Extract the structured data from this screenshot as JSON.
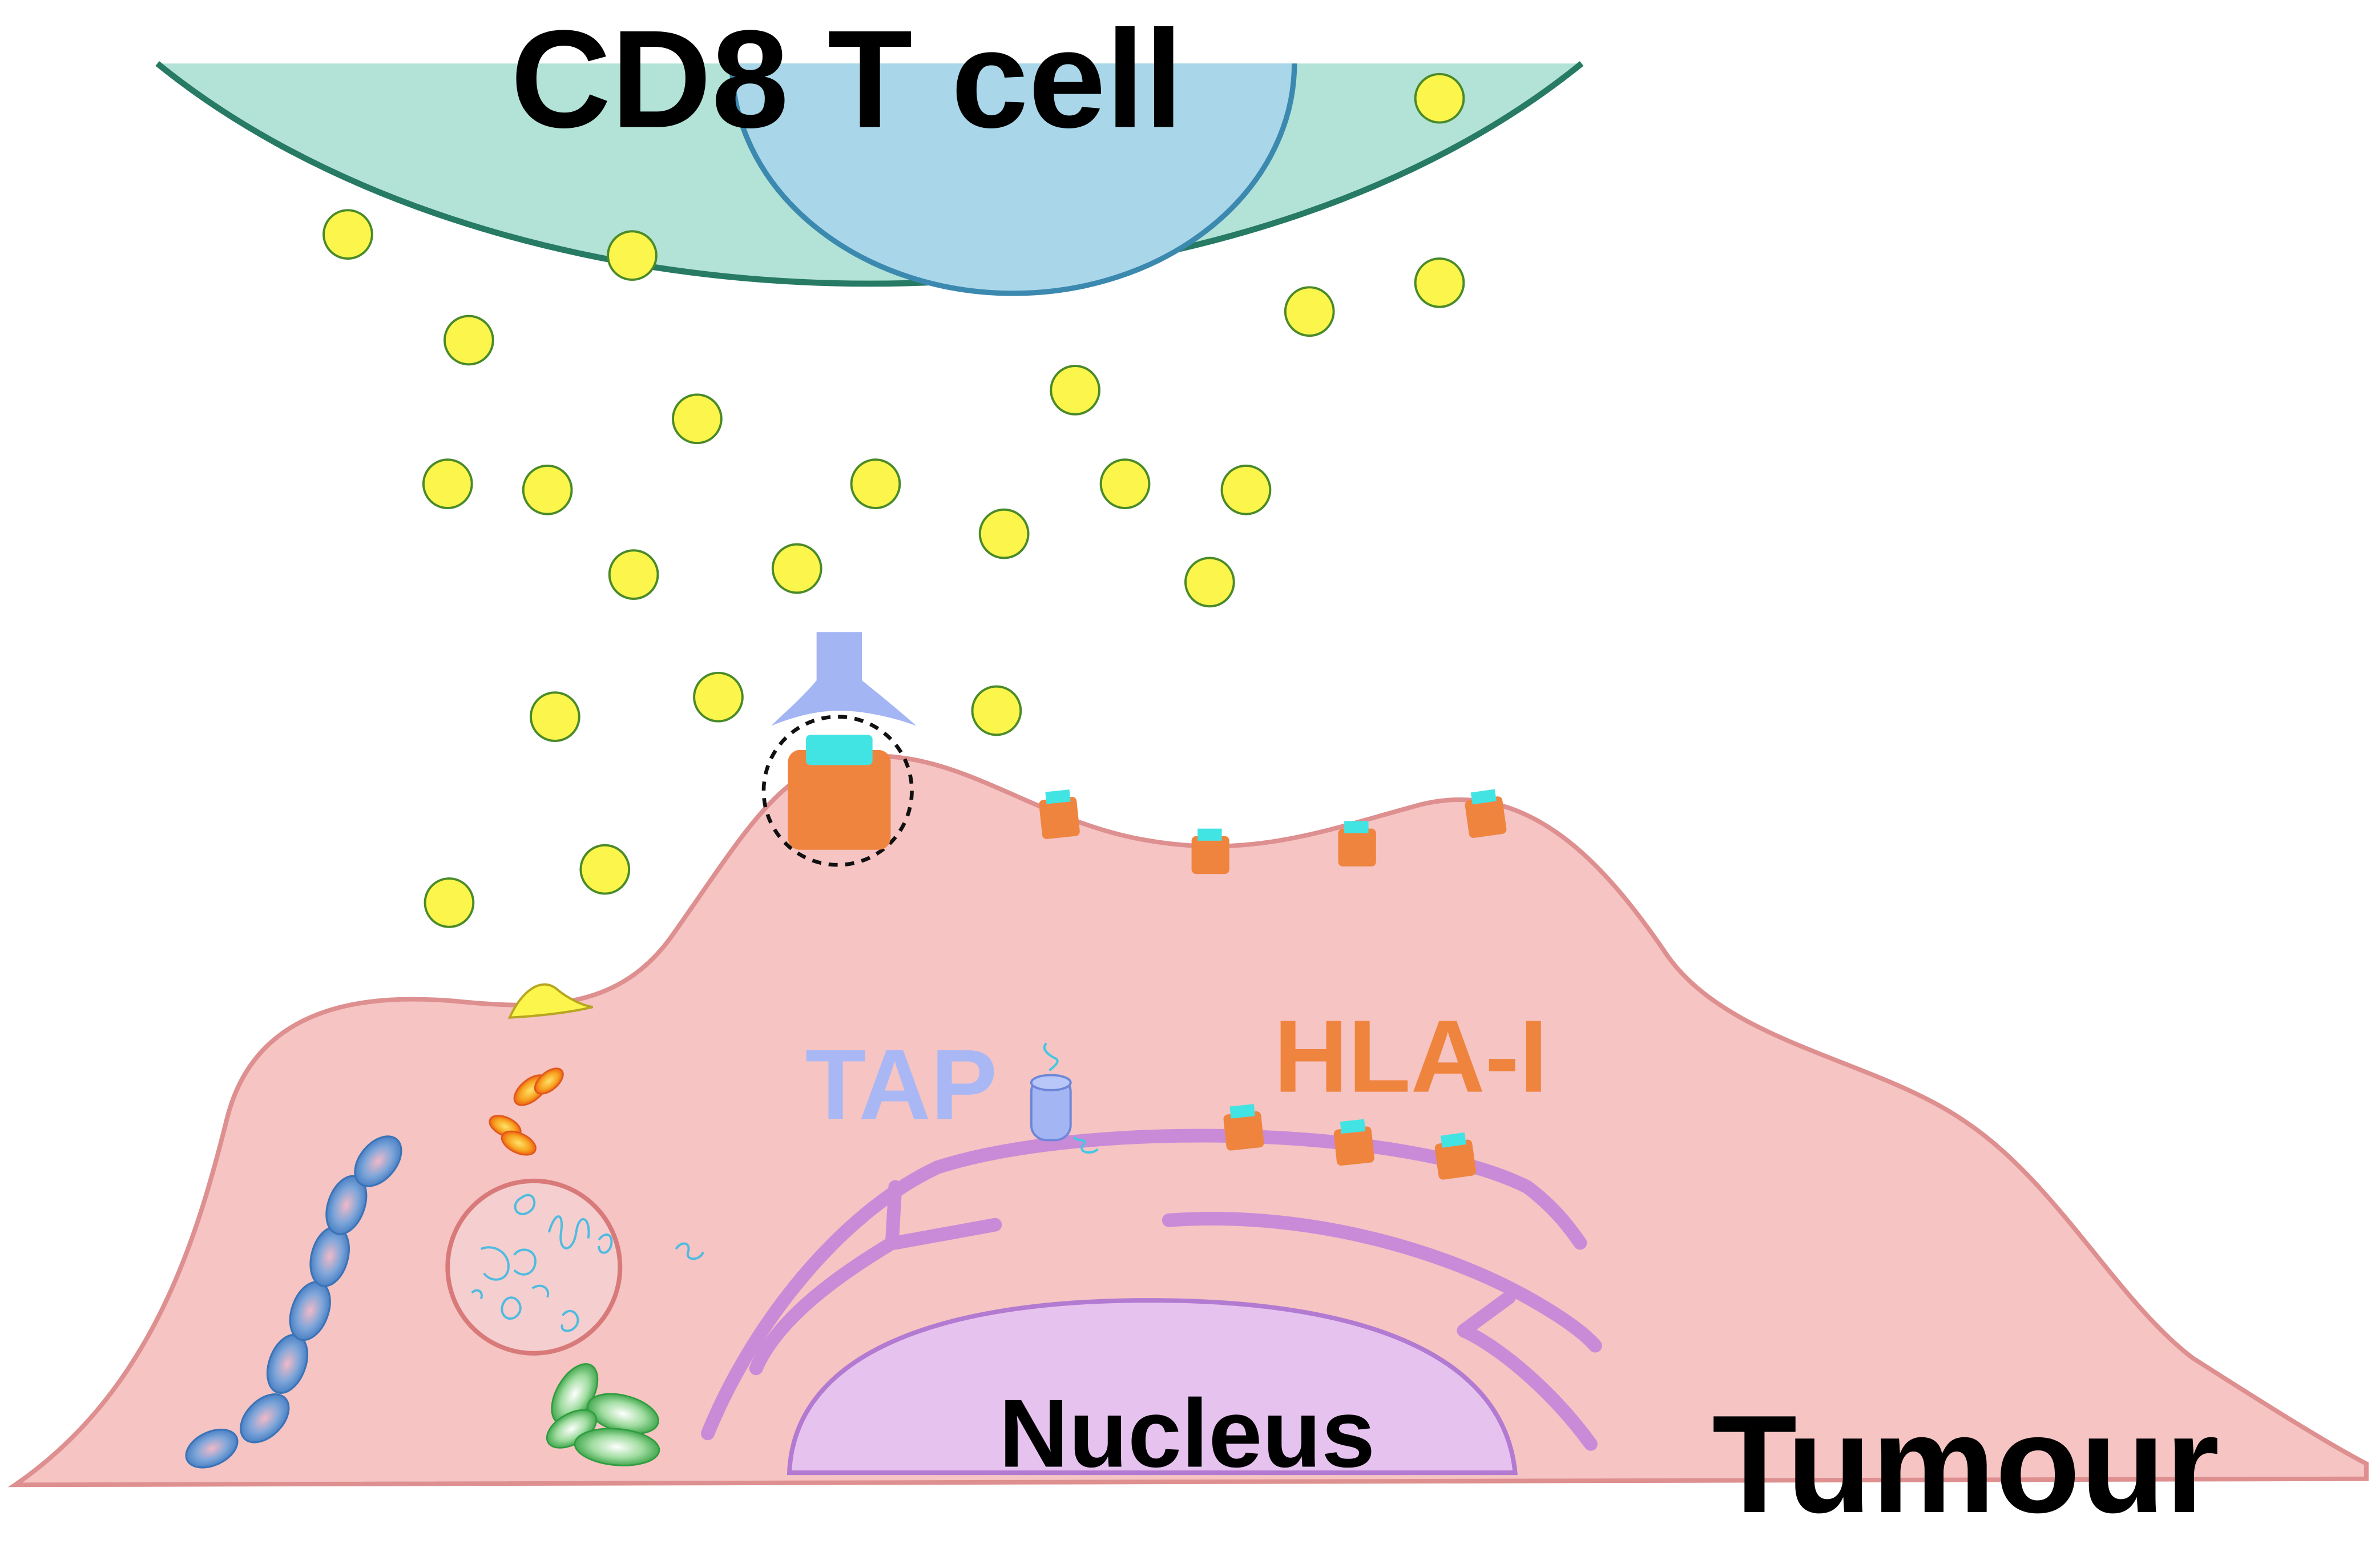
{
  "labels": {
    "tcell": "CD8 T cell",
    "tumour": "Tumour",
    "nucleus": "Nucleus",
    "tap": "TAP",
    "hla": "HLA-I"
  },
  "colors": {
    "tcell_fill": "#b3e2d6",
    "tcell_stroke": "#277a63",
    "tcell_nucleus_fill": "#a9d7e9",
    "tcell_nucleus_stroke": "#3c89b0",
    "granule_fill": "#fbf54c",
    "granule_stroke": "#4a8a2a",
    "tumour_fill": "#f5c4c3",
    "tumour_stroke": "#de8f8f",
    "er_stroke": "#c98bd8",
    "nucleus_fill": "#e6c3ef",
    "nucleus_stroke": "#b27ad1",
    "hla_color": "#ef843e",
    "peptide_color": "#42e3e3",
    "tcr_color": "#a3b5f3",
    "tap_label_color": "#a9b8f5",
    "hla_label_color": "#ef843e",
    "text_color": "#000000"
  }
}
